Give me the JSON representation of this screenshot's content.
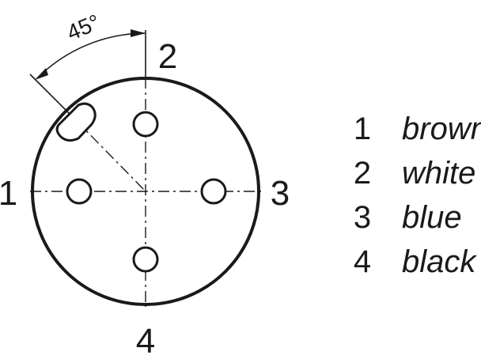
{
  "diagram": {
    "angle_label": "45°",
    "pin_labels": {
      "left": "1",
      "top": "2",
      "right": "3",
      "bottom": "4"
    },
    "legend": [
      {
        "number": "1",
        "color": "brown"
      },
      {
        "number": "2",
        "color": "white"
      },
      {
        "number": "3",
        "color": "blue"
      },
      {
        "number": "4",
        "color": "black"
      }
    ],
    "line_color": "#1a1a1a"
  }
}
